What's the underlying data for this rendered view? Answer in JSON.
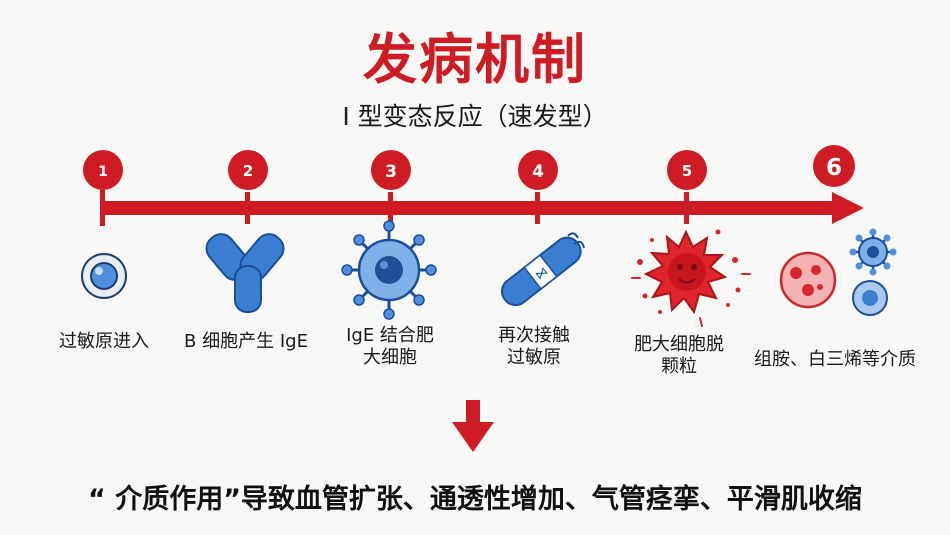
{
  "title": "发病机制",
  "subtitle": "I 型变态反应（速发型）",
  "steps": [
    {
      "number": "1",
      "label": "过敏原进入"
    },
    {
      "number": "2",
      "label": "B 细胞产生 IgE"
    },
    {
      "number": "3",
      "label_lines": [
        "IgE 结合肥",
        "大细胞"
      ]
    },
    {
      "number": "4",
      "label_lines": [
        "再次接触",
        "过敏原"
      ]
    },
    {
      "number": "5",
      "label_lines": [
        "肥大细胞脱",
        "颗粒"
      ]
    },
    {
      "number": "6",
      "label": "组胺、白三烯等介质"
    }
  ],
  "result": "“ 介质作用”导致血管扩张、通透性增加、气管痉挛、平滑肌收缩",
  "colors": {
    "accent": "#cf1c24",
    "blue": "#3b7fd0",
    "dark_blue": "#1b4f9c"
  }
}
